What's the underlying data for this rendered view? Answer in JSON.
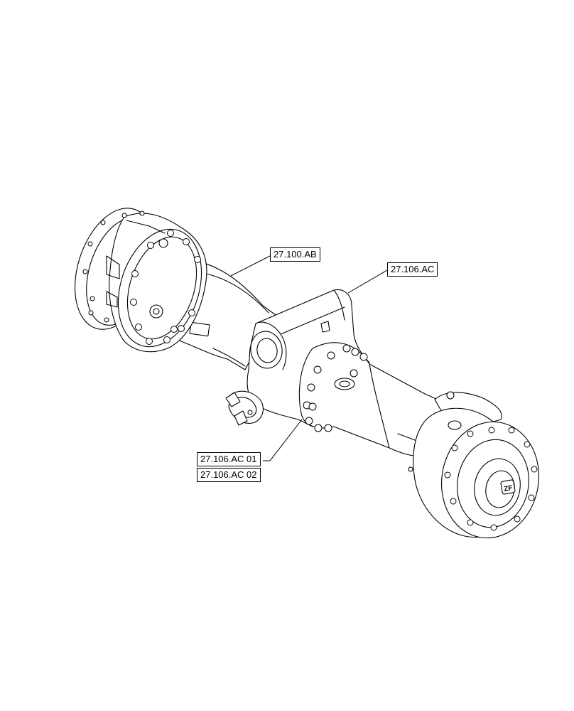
{
  "callouts": [
    {
      "label": "27.100.AB"
    },
    {
      "label": "27.106.AC"
    },
    {
      "label": "27.106.AC 01"
    },
    {
      "label": "27.106.AC 02"
    }
  ],
  "logo_text": "ZF"
}
